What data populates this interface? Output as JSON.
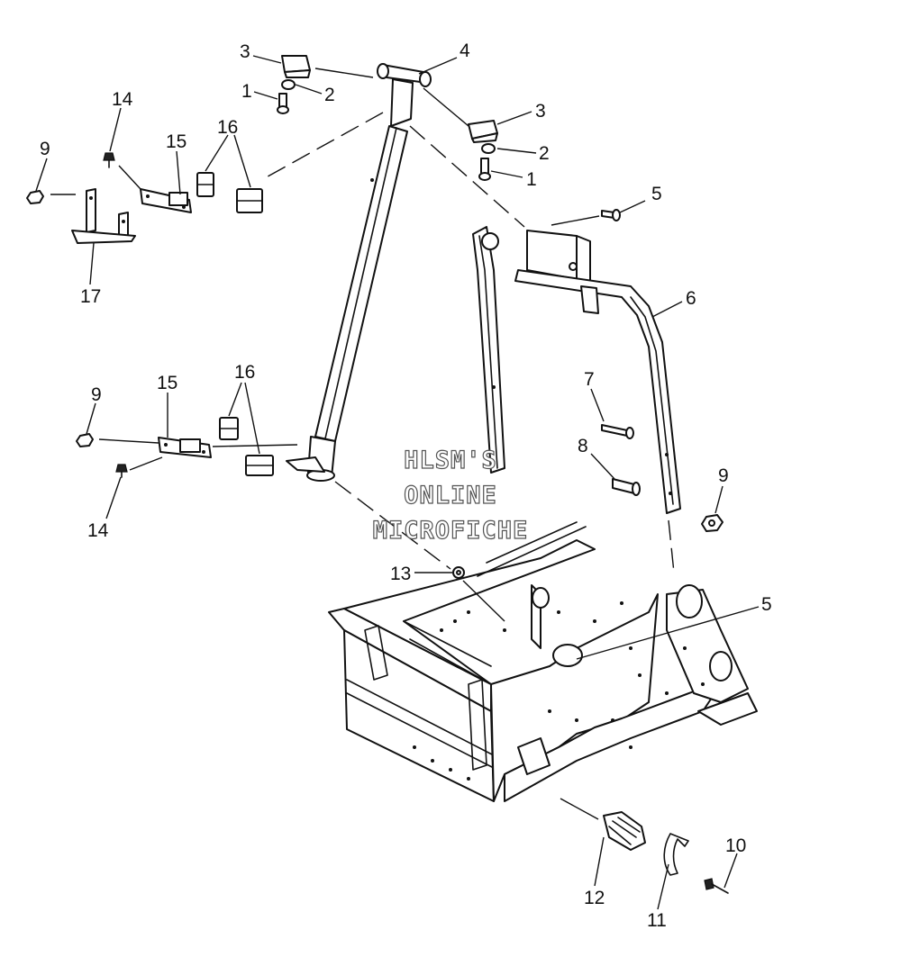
{
  "diagram": {
    "callouts": [
      "1",
      "2",
      "3",
      "4",
      "5",
      "6",
      "7",
      "8",
      "9",
      "10",
      "11",
      "12",
      "13",
      "14",
      "15",
      "16",
      "17"
    ]
  },
  "watermark": {
    "line1": "HLSM'S",
    "line2": "ONLINE",
    "line3": "MICROFICHE"
  }
}
